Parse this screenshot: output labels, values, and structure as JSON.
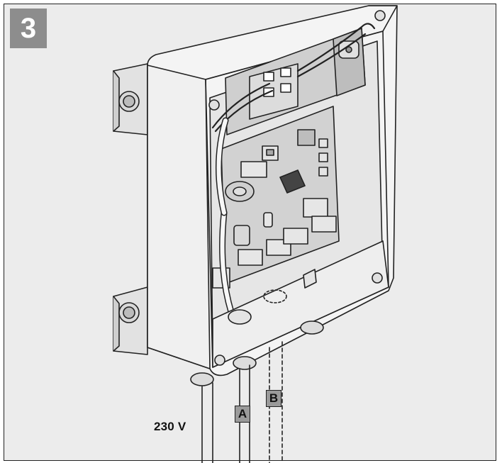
{
  "step": {
    "number": "3"
  },
  "callouts": {
    "cable_a": "A",
    "cable_b": "B",
    "supply_voltage": "230 V"
  },
  "colors": {
    "background": "#ececec",
    "badge": "#8d8d8d",
    "tag": "#9a9a9a",
    "stroke": "#222222",
    "housing": "#f4f4f4",
    "board": "#d2d2d2"
  }
}
